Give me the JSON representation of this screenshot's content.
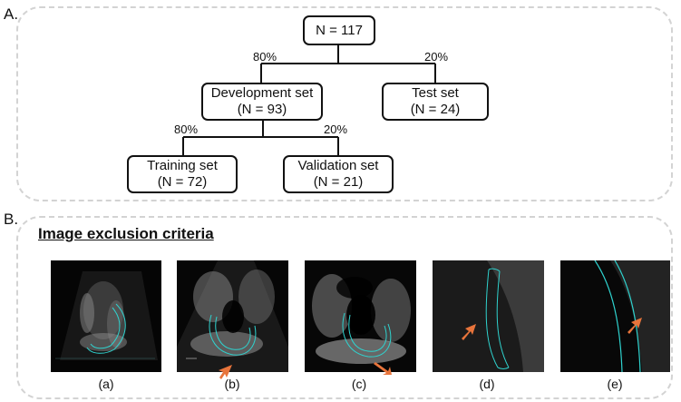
{
  "panel_a": {
    "label": "A.",
    "root": {
      "line1": "N = 117"
    },
    "dev": {
      "line1": "Development set",
      "line2": "(N = 93)"
    },
    "test": {
      "line1": "Test set",
      "line2": "(N = 24)"
    },
    "train": {
      "line1": "Training set",
      "line2": "(N = 72)"
    },
    "val": {
      "line1": "Validation set",
      "line2": "(N = 21)"
    },
    "pct_dev": "80%",
    "pct_test": "20%",
    "pct_train": "80%",
    "pct_val": "20%"
  },
  "panel_b": {
    "label": "B.",
    "heading": "Image exclusion criteria",
    "images": [
      {
        "caption": "(a)"
      },
      {
        "caption": "(b)"
      },
      {
        "caption": "(c)"
      },
      {
        "caption": "(d)"
      },
      {
        "caption": "(e)"
      }
    ]
  },
  "colors": {
    "contour": "#2fd3cf",
    "arrow": "#e8743b",
    "border": "#d3d3d3"
  }
}
